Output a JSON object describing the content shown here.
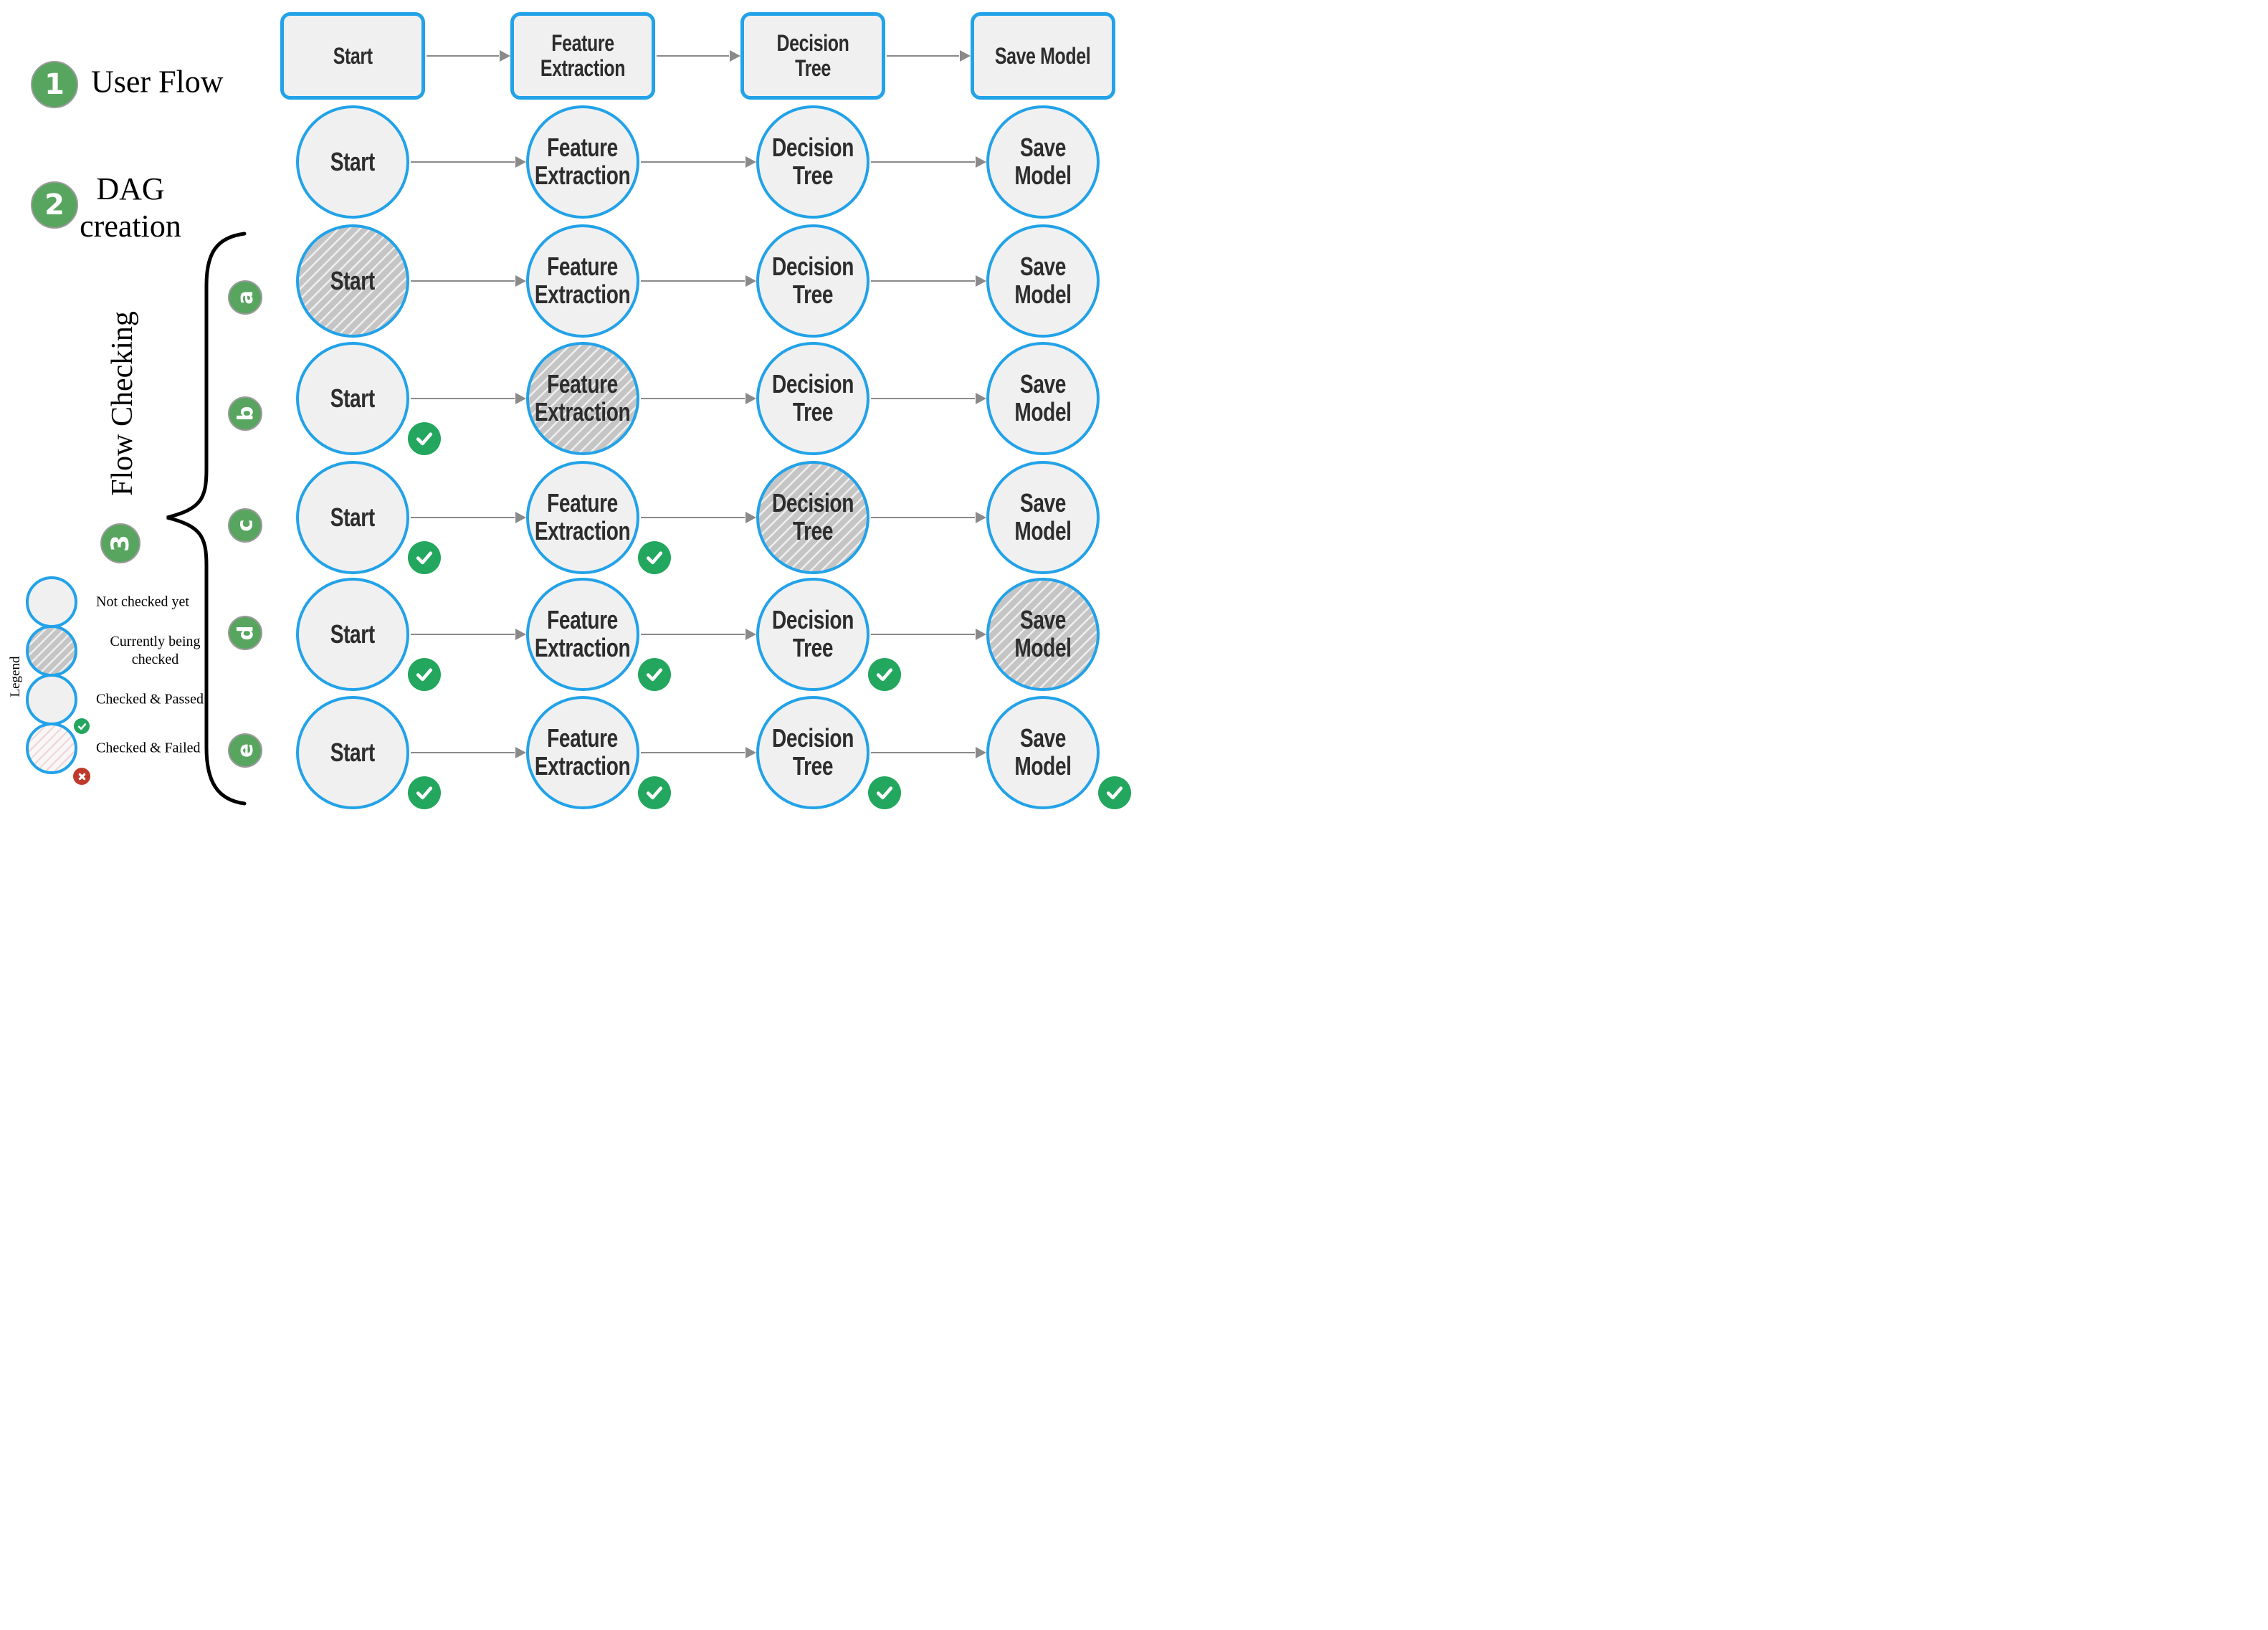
{
  "sections": [
    {
      "number": "1",
      "label": "User Flow"
    },
    {
      "number": "2",
      "label_lines": [
        "DAG",
        "creation"
      ]
    },
    {
      "number": "3",
      "label": "Flow Checking"
    }
  ],
  "pipeline": {
    "stages": [
      "Start",
      "Feature Extraction",
      "Decision Tree",
      "Save Model"
    ],
    "rows": [
      {
        "id": "user-flow",
        "shape": "rect",
        "badge": "",
        "states": [
          "plain",
          "plain",
          "plain",
          "plain"
        ]
      },
      {
        "id": "dag",
        "shape": "circle",
        "badge": "",
        "states": [
          "plain",
          "plain",
          "plain",
          "plain"
        ]
      },
      {
        "id": "check-a",
        "shape": "circle",
        "badge": "a",
        "states": [
          "checking",
          "plain",
          "plain",
          "plain"
        ]
      },
      {
        "id": "check-b",
        "shape": "circle",
        "badge": "b",
        "states": [
          "passed",
          "checking",
          "plain",
          "plain"
        ]
      },
      {
        "id": "check-c",
        "shape": "circle",
        "badge": "c",
        "states": [
          "passed",
          "passed",
          "checking",
          "plain"
        ]
      },
      {
        "id": "check-d",
        "shape": "circle",
        "badge": "d",
        "states": [
          "passed",
          "passed",
          "passed",
          "checking"
        ]
      },
      {
        "id": "check-e",
        "shape": "circle",
        "badge": "e",
        "states": [
          "passed",
          "passed",
          "passed",
          "passed"
        ]
      }
    ]
  },
  "legend": {
    "title": "Legend",
    "items": [
      {
        "state": "pending",
        "label": "Not checked yet"
      },
      {
        "state": "checking",
        "label": "Currently being checked"
      },
      {
        "state": "passed",
        "label": "Checked & Passed",
        "icon": "check-icon"
      },
      {
        "state": "failed",
        "label": "Checked & Failed",
        "icon": "x-icon"
      }
    ]
  },
  "colors": {
    "node_border_blue": "#22a2e8",
    "node_fill": "#f0f0f0",
    "hatch_gray": "#c5c5c5",
    "badge_green": "#57a55f",
    "check_green": "#23a65e",
    "fail_red": "#c03a2b",
    "arrow_gray": "#8a8a8a"
  }
}
